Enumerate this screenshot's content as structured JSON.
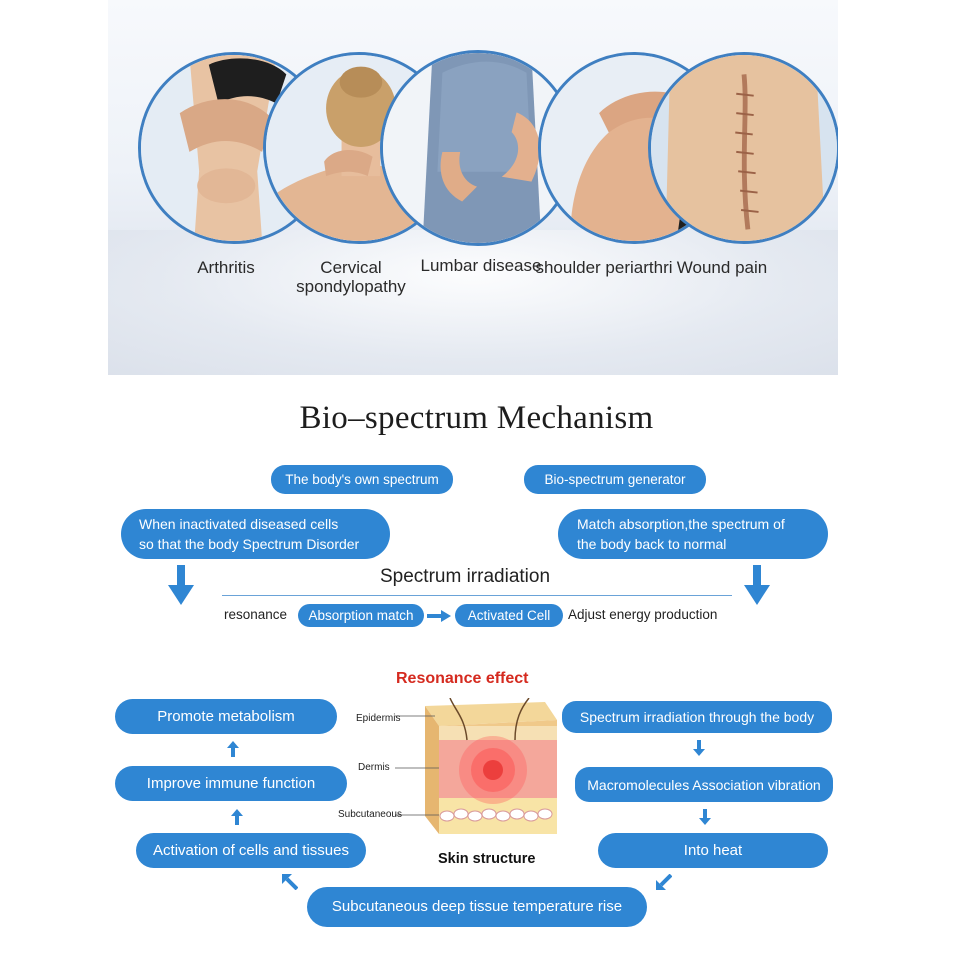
{
  "conditions": [
    {
      "label": "Arthritis",
      "icon": "knee-pain-photo"
    },
    {
      "label": "Cervical spondylopathy",
      "line1": "Cervical",
      "line2": "spondylopathy",
      "icon": "neck-pain-photo"
    },
    {
      "label": "Lumbar disease",
      "line1": "Lumbar",
      "line2": "disease",
      "icon": "back-pain-photo"
    },
    {
      "label": "shoulder periarthri",
      "line1": "shoulder",
      "line2": "periarthri",
      "icon": "shoulder-pain-photo"
    },
    {
      "label": "Wound pain",
      "line1": "Wound",
      "line2": "pain",
      "icon": "scar-photo"
    }
  ],
  "mechanism": {
    "title": "Bio–spectrum Mechanism",
    "left_header": "The body's own spectrum",
    "right_header": "Bio-spectrum generator",
    "left_text_1": "When inactivated diseased cells",
    "left_text_2": "so that the body Spectrum Disorder",
    "right_text_1": "Match absorption,the spectrum of",
    "right_text_2": "the body back to normal",
    "irradiation": "Spectrum irradiation",
    "resonance": "resonance",
    "absorption_match": "Absorption match",
    "activated_cell": "Activated Cell",
    "adjust": "Adjust energy production"
  },
  "resonance": {
    "title": "Resonance effect",
    "left_1": "Promote metabolism",
    "left_2": "Improve immune function",
    "left_3": "Activation of cells and tissues",
    "right_1": "Spectrum irradiation through the body",
    "right_2": "Macromolecules Association vibration",
    "right_3": "Into heat",
    "bottom": "Subcutaneous deep tissue temperature rise",
    "skin_epidermis": "Epidermis",
    "skin_dermis": "Dermis",
    "skin_subcutaneous": "Subcutaneous",
    "skin_caption": "Skin structure"
  },
  "colors": {
    "accent": "#2f86d3",
    "red": "#d52a1f",
    "ring": "#3f7fc1"
  }
}
